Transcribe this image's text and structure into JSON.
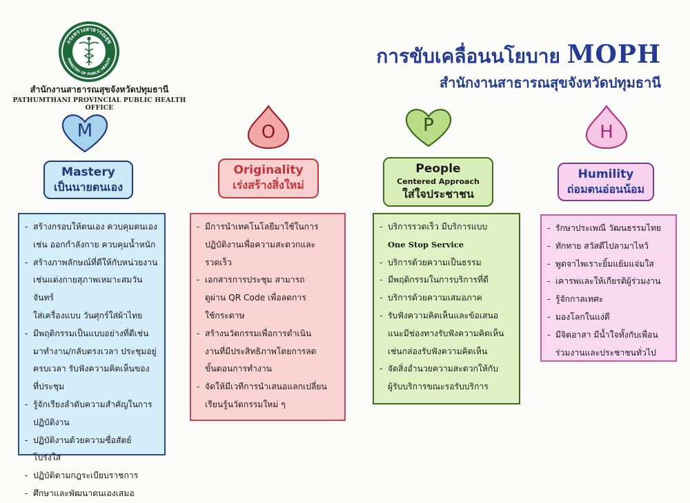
{
  "header": {
    "org_th": "สำนักงานสาธารณสุขจังหวัดปทุมธานี",
    "org_en": "PATHUMTHANI PROVINCIAL PUBLIC HEALTH OFFICE",
    "title_prefix": "การขับเคลื่อนนโยบาย",
    "title_brand": "MOPH",
    "subtitle": "สำนักงานสาธารณสุขจังหวัดปทุมธานี",
    "logo_text_top": "กระทรวงสาธารณสุข",
    "logo_text_bottom": "MINISTRY OF PUBLIC HEALTH"
  },
  "columns": [
    {
      "letter": "M",
      "shape": "heart",
      "badge_fill": "#a7d3ee",
      "badge_stroke": "#1f3a7a",
      "letter_color": "#1f3a7a",
      "pill_fill": "#cce7f6",
      "pill_border": "#1f3a7a",
      "text_color": "#1f3a7a",
      "box_fill": "#d4edfa",
      "box_border": "#2a4e86",
      "en": "Mastery",
      "sub": "",
      "th": "เป็นนายตนเอง",
      "items": [
        {
          "text": "สร้างกรอบให้ตนเอง ควบคุมตนเอง",
          "cont": false
        },
        {
          "text": "เช่น ออกกำลังกาย ควบคุมน้ำหนัก",
          "cont": true
        },
        {
          "text": "สร้างภาพลักษณ์ที่ดีให้กับหน่วยงาน",
          "cont": false
        },
        {
          "text": "เช่นแต่งกายสุภาพเหมาะสมวันจันทร์",
          "cont": true
        },
        {
          "text": "ใส่เครื่องแบบ วันศุกร์ใส่ผ้าไทย",
          "cont": true
        },
        {
          "text": "มีพฤติกรรมเป็นแบบอย่างที่ดีเช่น",
          "cont": false
        },
        {
          "text": "มาทำงาน/กลับตรงเวลา ประชุมอยู่",
          "cont": true
        },
        {
          "text": "ครบเวลา รับฟังความคิดเห็นของ",
          "cont": true
        },
        {
          "text": "ที่ประชุม",
          "cont": true
        },
        {
          "text": "รู้จักเรียงลำดับความสำคัญในการ",
          "cont": false
        },
        {
          "text": "ปฏิบัติงาน",
          "cont": true
        },
        {
          "text": "ปฏิบัติงานด้วยความซื่อสัตย์โปร่งใส",
          "cont": false
        },
        {
          "text": "ปฏิบัติตามกฎระเบียบราชการ",
          "cont": false
        },
        {
          "text": "ศึกษาและพัฒนาตนเองเสมอ",
          "cont": false
        }
      ]
    },
    {
      "letter": "O",
      "shape": "drop",
      "badge_fill": "#f3a8a8",
      "badge_stroke": "#9c2027",
      "letter_color": "#8b1c22",
      "pill_fill": "#f9cfcf",
      "pill_border": "#c4343b",
      "text_color": "#c4343b",
      "box_fill": "#fad4d3",
      "box_border": "#c84a4f",
      "en": "Originality",
      "sub": "",
      "th": "เร่งสร้างสิ่งใหม่",
      "items": [
        {
          "text": "มีการนำเทคโนโลยีมาใช้ในการ",
          "cont": false
        },
        {
          "text": "ปฏิบัติงานเพื่อความสะดวกและ",
          "cont": true
        },
        {
          "text": "รวดเร็ว",
          "cont": true
        },
        {
          "text": "เอกสารการประชุม สามารถ",
          "cont": false
        },
        {
          "text": "ดูผ่าน QR Code เพื่อลดการ",
          "cont": true
        },
        {
          "text": "ใช้กระดาษ",
          "cont": true
        },
        {
          "text": "สร้างนวัตกรรมเพื่อการดำเนิน",
          "cont": false
        },
        {
          "text": "งานที่มีประสิทธิภาพโดยการลด",
          "cont": true
        },
        {
          "text": "ขั้นตอนการทำงาน",
          "cont": true
        },
        {
          "text": "จัดให้มีเวทีการนำเสนอแลกเปลี่ยน",
          "cont": false
        },
        {
          "text": "เรียนรู้นวัตกรรมใหม่ ๆ",
          "cont": true
        }
      ]
    },
    {
      "letter": "P",
      "shape": "heart",
      "badge_fill": "#b9dc86",
      "badge_stroke": "#3d6a1c",
      "letter_color": "#2e5216",
      "pill_fill": "#d9efb9",
      "pill_border": "#3d6a1c",
      "text_color": "#1a1a1a",
      "box_fill": "#e0f2c5",
      "box_border": "#3d6a1c",
      "en": "People",
      "sub": "Centered Approach",
      "th": "ใส่ใจประชาชน",
      "items": [
        {
          "text": "บริการรวดเร็ว มีบริการแบบ",
          "cont": false
        },
        {
          "text": "One Stop Service",
          "cont": true,
          "ost": true
        },
        {
          "text": "บริการด้วยความเป็นธรรม",
          "cont": false
        },
        {
          "text": "มีพฤติกรรมในการบริการที่ดี",
          "cont": false
        },
        {
          "text": "บริการด้วยความเสมอภาค",
          "cont": false
        },
        {
          "text": "รับฟังความคิดเห็นและข้อเสนอ",
          "cont": false
        },
        {
          "text": "แนะมีช่องทางรับฟังความคิดเห็น",
          "cont": true
        },
        {
          "text": "เช่นกล่องรับฟังความคิดเห็น",
          "cont": true
        },
        {
          "text": "จัดสิ่งอำนวยความสะดวกให้กับ",
          "cont": false
        },
        {
          "text": "ผู้รับบริการขณะรอรับบริการ",
          "cont": true
        }
      ]
    },
    {
      "letter": "H",
      "shape": "drop",
      "badge_fill": "#f5c6e6",
      "badge_stroke": "#b1357f",
      "letter_color": "#a32a72",
      "pill_fill": "#f7d3ee",
      "pill_border": "#7a3c8f",
      "text_color": "#233b95",
      "box_fill": "#f8d9ef",
      "box_border": "#c65aa3",
      "en": "Humility",
      "sub": "",
      "th": "ถ่อมตนอ่อนน้อม",
      "items": [
        {
          "text": "รักษาประเพณี วัฒนธรรมไทย",
          "cont": false
        },
        {
          "text": "ทักทาย สวัสดีไปลามาไหว้",
          "cont": false
        },
        {
          "text": "พูดจาไพเราะยิ้มแย้มแจ่มใส",
          "cont": false
        },
        {
          "text": "เคารพและให้เกียรติผู้ร่วมงาน",
          "cont": false
        },
        {
          "text": "รู้จักกาลเทศะ",
          "cont": false
        },
        {
          "text": "มองโลกในแง่ดี",
          "cont": false
        },
        {
          "text": "มีจิตอาสา มีน้ำใจทั้งกับเพื่อน",
          "cont": false
        },
        {
          "text": "ร่วมงานและประชาชนทั่วไป",
          "cont": true
        }
      ]
    }
  ]
}
